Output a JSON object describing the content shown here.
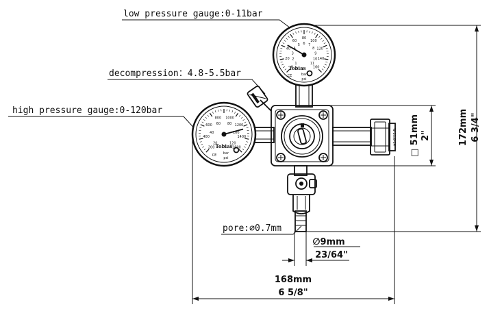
{
  "labels": {
    "low_gauge": "low pressure gauge:0-11bar",
    "decompression": "decompression：4.8-5.5bar",
    "high_gauge": "high pressure gauge:0-120bar",
    "pore": "pore:∅0.7mm"
  },
  "dimensions": {
    "height_mm": "172mm",
    "height_in": "6 3/4\"",
    "square_mm": "□ 51mm",
    "square_in": "2\"",
    "outlet_mm": "∅9mm",
    "outlet_in": "23/64\"",
    "width_mm": "168mm",
    "width_in": "6 5/8\""
  },
  "gauges": {
    "low": {
      "brand": "Tobias",
      "unit_top": "bar",
      "unit_bottom": "psi",
      "cert": "CE",
      "outer_ticks": [
        "0",
        "20",
        "40",
        "60",
        "80",
        "100",
        "120",
        "140",
        "160"
      ],
      "inner_ticks": [
        "1",
        "2",
        "3",
        "4",
        "5",
        "6",
        "7",
        "8",
        "9",
        "10",
        "11"
      ]
    },
    "high": {
      "brand": "Tobias",
      "unit_top": "bar",
      "unit_bottom": "psi",
      "cert": "CE",
      "outer_ticks": [
        "200",
        "400",
        "600",
        "800",
        "1000",
        "1200",
        "1400",
        "1600"
      ],
      "inner_ticks": [
        "20",
        "40",
        "60",
        "80",
        "100",
        "120"
      ]
    }
  },
  "inlet_nut_text": "W 21.8-14"
}
